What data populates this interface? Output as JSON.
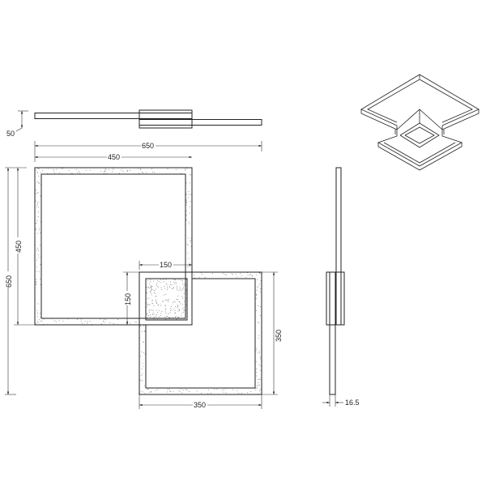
{
  "dimensions": {
    "top_height": "50",
    "total_width": "650",
    "large_width": "450",
    "total_height": "650",
    "large_height": "450",
    "small_width": "150",
    "small_height": "150",
    "medium_height": "350",
    "medium_width": "350",
    "side_depth": "16.5"
  },
  "colors": {
    "line": "#222222",
    "background": "#ffffff"
  }
}
